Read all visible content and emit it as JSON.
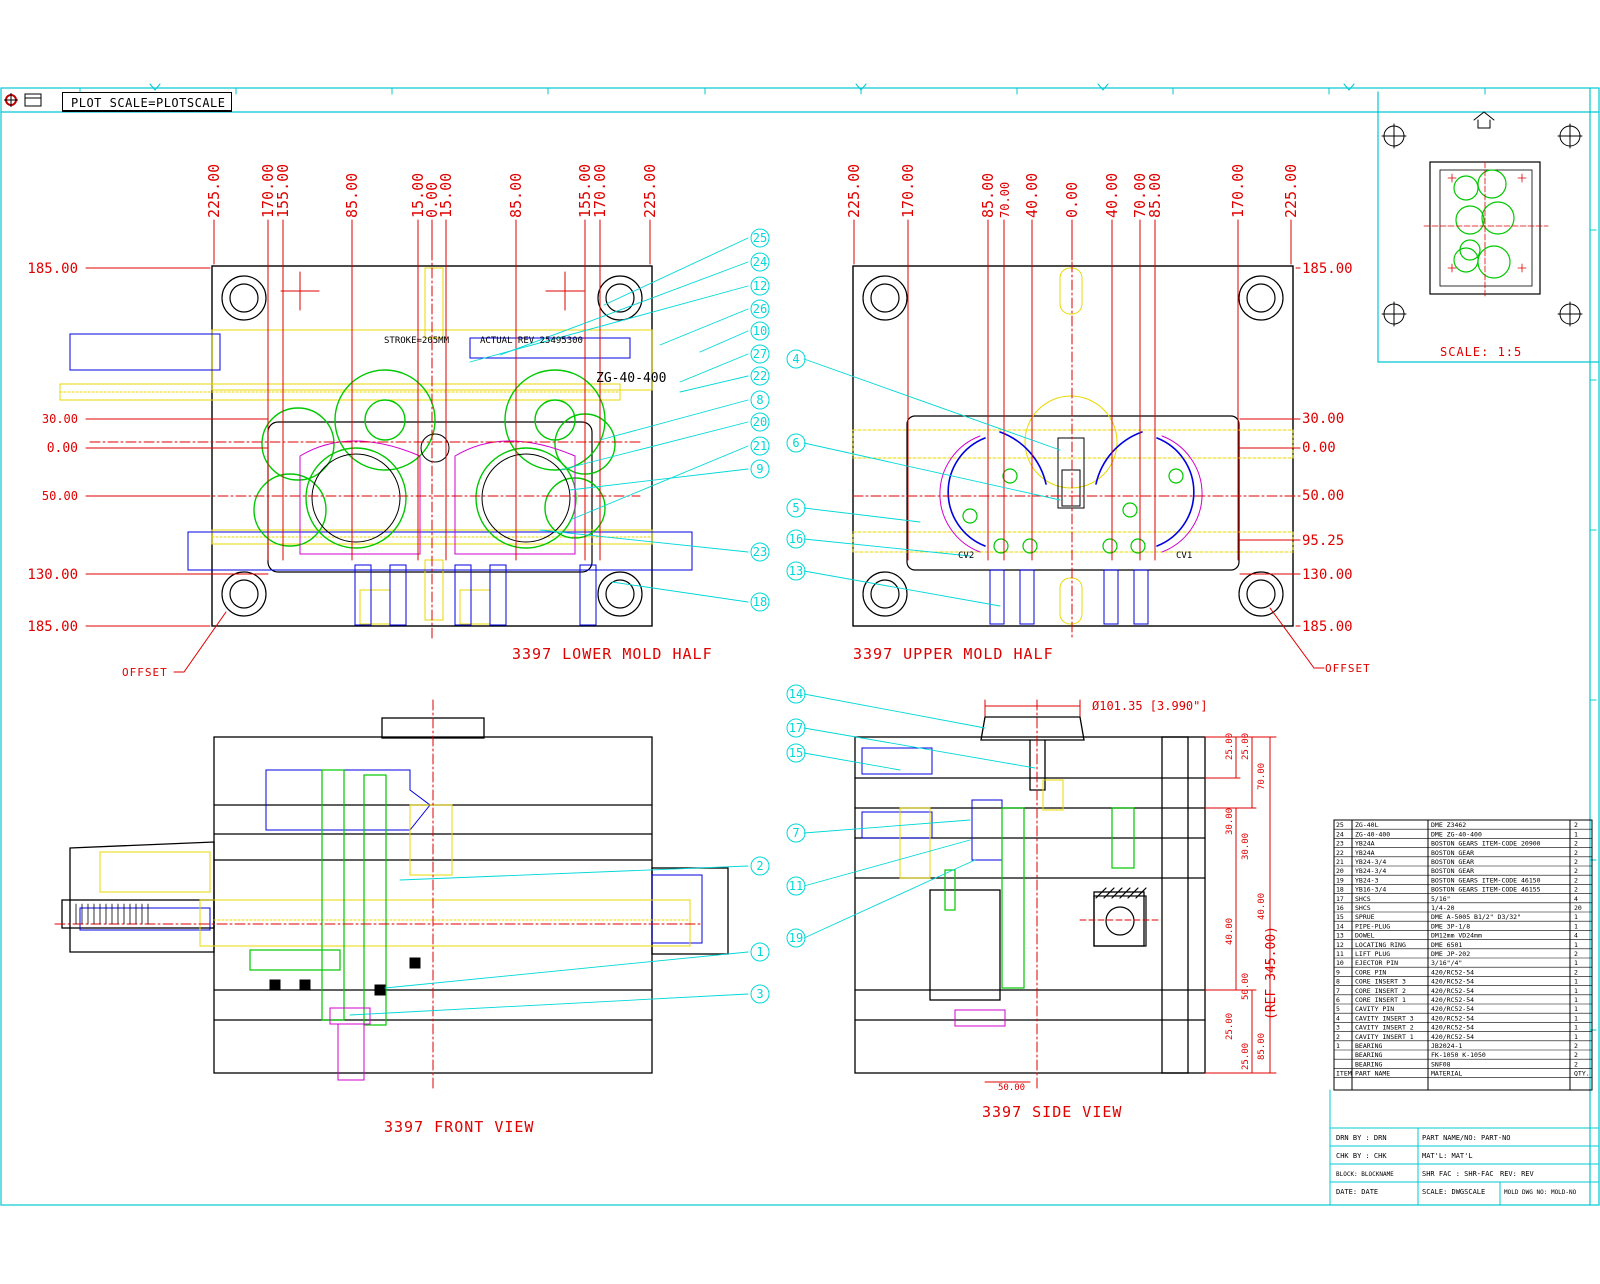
{
  "toolbar": {
    "plot_scale": "PLOT SCALE=PLOTSCALE",
    "icons": [
      "crosshair-icon",
      "window-icon"
    ]
  },
  "colors": {
    "border": "#00c8d0",
    "dim": "#e00000",
    "leader": "#00d8d8",
    "outline": "#000000",
    "yellow": "#e8d800",
    "green": "#00c800",
    "blue": "#0000e0",
    "magenta": "#d000d0"
  },
  "views": {
    "lower_title": "3397 LOWER MOLD HALF",
    "upper_title": "3397 UPPER MOLD HALF",
    "front_title": "3397 FRONT VIEW",
    "side_title": "3397 SIDE VIEW",
    "offset_label": "OFFSET",
    "scale_label": "SCALE: 1:5"
  },
  "lower": {
    "top_dims": [
      "225.00",
      "170.00",
      "155.00",
      "85.00",
      "15.00",
      "0.00",
      "15.00",
      "85.00",
      "155.00",
      "170.00",
      "225.00"
    ],
    "left_dims": [
      "185.00",
      "30.00",
      "0.00",
      "50.00",
      "130.00",
      "185.00"
    ],
    "stroke": "STROKE=205MM",
    "actual_rev": "ACTUAL REV 25495300",
    "zg": "ZG-40-400",
    "balloons": [
      "25",
      "24",
      "12",
      "26",
      "10",
      "27",
      "22",
      "8",
      "20",
      "21",
      "9",
      "23",
      "18"
    ]
  },
  "upper": {
    "top_dims": [
      "225.00",
      "170.00",
      "85.00",
      "70.00",
      "40.00",
      "0.00",
      "40.00",
      "70.00",
      "85.00",
      "170.00",
      "225.00"
    ],
    "right_dims": [
      "185.00",
      "30.00",
      "0.00",
      "50.00",
      "95.25",
      "130.00",
      "185.00"
    ],
    "balloons": [
      "4",
      "6",
      "5",
      "16",
      "13"
    ],
    "labels": [
      "CV2",
      "CV1"
    ]
  },
  "front": {
    "balloons": [
      "2",
      "1",
      "3"
    ]
  },
  "side": {
    "dia": "Ø101.35 [3.990\"]",
    "balloons": [
      "14",
      "17",
      "15",
      "7",
      "11",
      "19"
    ],
    "ref": "(REF 345.00)",
    "bottom_dim": "50.00",
    "vdims": [
      "25.00",
      "25.00",
      "70.00",
      "30.00",
      "30.00",
      "40.00",
      "40.00",
      "50.00",
      "25.00",
      "25.00",
      "85.00"
    ]
  },
  "bom": {
    "rows": [
      [
        "25",
        "ZG-40L",
        "DME Z3462",
        "2"
      ],
      [
        "24",
        "ZG-40-400",
        "DME ZG-40-400",
        "1"
      ],
      [
        "23",
        "YB24A",
        "BOSTON GEARS ITEM-CODE 20900",
        "2"
      ],
      [
        "22",
        "YB24A",
        "BOSTON GEAR",
        "2"
      ],
      [
        "21",
        "YB24-3/4",
        "BOSTON GEAR",
        "2"
      ],
      [
        "20",
        "YB24-3/4",
        "BOSTON GEAR",
        "2"
      ],
      [
        "19",
        "YB24-3",
        "BOSTON GEARS ITEM-CODE 46150",
        "2"
      ],
      [
        "18",
        "YB16-3/4",
        "BOSTON GEARS ITEM-CODE 46155",
        "2"
      ],
      [
        "17",
        "SHCS",
        "5/16\"",
        "4"
      ],
      [
        "16",
        "SHCS",
        "1/4-20",
        "20"
      ],
      [
        "15",
        "SPRUE",
        "DME A-5005 B1/2\" D3/32\"",
        "1"
      ],
      [
        "14",
        "PIPE-PLUG",
        "DME 3P-1/8",
        "1"
      ],
      [
        "13",
        "DOWEL",
        "DM12mm VD24mm",
        "4"
      ],
      [
        "12",
        "LOCATING RING",
        "DME 6501",
        "1"
      ],
      [
        "11",
        "LIFT PLUG",
        "DME JP-202",
        "2"
      ],
      [
        "10",
        "EJECTOR PIN",
        "3/16\"/4\"",
        "1"
      ],
      [
        "9",
        "CORE PIN",
        "420/RC52-54",
        "2"
      ],
      [
        "8",
        "CORE INSERT 3",
        "420/RC52-54",
        "1"
      ],
      [
        "7",
        "CORE INSERT 2",
        "420/RC52-54",
        "1"
      ],
      [
        "6",
        "CORE INSERT 1",
        "420/RC52-54",
        "1"
      ],
      [
        "5",
        "CAVITY PIN",
        "420/RC52-54",
        "1"
      ],
      [
        "4",
        "CAVITY INSERT 3",
        "420/RC52-54",
        "1"
      ],
      [
        "3",
        "CAVITY INSERT 2",
        "420/RC52-54",
        "1"
      ],
      [
        "2",
        "CAVITY INSERT 1",
        "420/RC52-54",
        "1"
      ],
      [
        "1",
        "BEARING",
        "JB2024-1",
        "2"
      ]
    ],
    "extra": [
      [
        "",
        "BEARING",
        "FK-1050 K-1050",
        "2"
      ],
      [
        "",
        "BEARING",
        "SNF08",
        "2"
      ]
    ],
    "header": [
      "ITEM",
      "PART NAME",
      "MATERIAL",
      "QTY."
    ]
  },
  "title_block": {
    "drn": "DRN BY : DRN",
    "part": "PART NAME/NO: PART-NO",
    "chk": "CHK BY : CHK",
    "matl": "MAT'L: MAT'L",
    "block": "BLOCK: BLOCKNAME",
    "shr": "SHR FAC : SHR-FAC",
    "rev": "REV: REV",
    "date": "DATE: DATE",
    "scale": "SCALE: DWGSCALE",
    "mold": "MOLD DWG NO: MOLD-NO"
  }
}
